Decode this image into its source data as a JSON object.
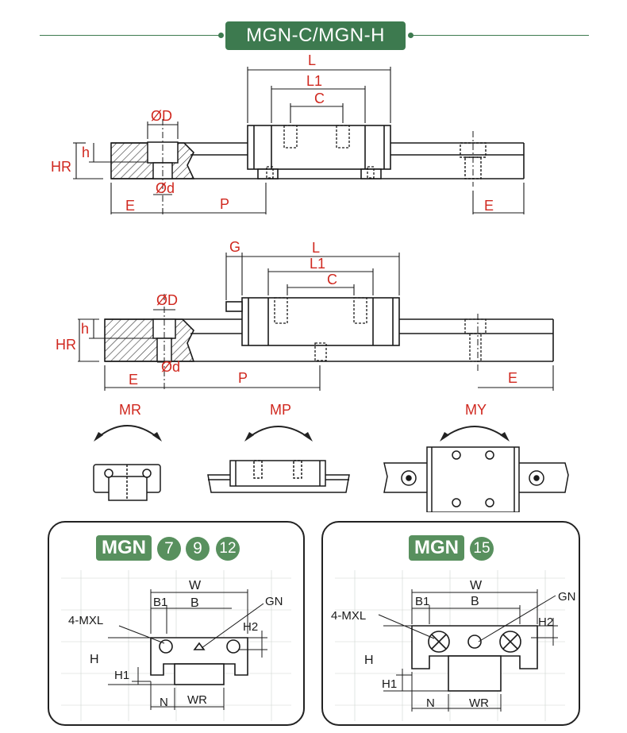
{
  "header": {
    "title": "MGN-C/MGN-H"
  },
  "top_diagram": {
    "dims": {
      "L": "L",
      "L1": "L1",
      "C": "C",
      "D": "ØD",
      "d": "Ød",
      "h": "h",
      "HR": "HR",
      "E": "E",
      "P": "P"
    }
  },
  "mid_diagram": {
    "dims": {
      "G": "G",
      "L": "L",
      "L1": "L1",
      "C": "C",
      "D": "ØD",
      "d": "Ød",
      "h": "h",
      "HR": "HR",
      "E": "E",
      "P": "P"
    }
  },
  "moments": {
    "mr": "MR",
    "mp": "MP",
    "my": "MY"
  },
  "panel_left": {
    "badge": "MGN",
    "sizes": [
      "7",
      "9",
      "12"
    ],
    "dims": {
      "W": "W",
      "B1": "B1",
      "B": "B",
      "GN": "GN",
      "MXL": "4-MXL",
      "H2": "H2",
      "H": "H",
      "H1": "H1",
      "N": "N",
      "WR": "WR"
    }
  },
  "panel_right": {
    "badge": "MGN",
    "sizes": [
      "15"
    ],
    "dims": {
      "W": "W",
      "B1": "B1",
      "B": "B",
      "GN": "GN",
      "MXL": "4-MXL",
      "H2": "H2",
      "H": "H",
      "H1": "H1",
      "N": "N",
      "WR": "WR"
    }
  },
  "colors": {
    "accent": "#3d7a4f",
    "badge": "#58905e",
    "dim_text": "#d0281f",
    "line": "#1a1a1a"
  }
}
